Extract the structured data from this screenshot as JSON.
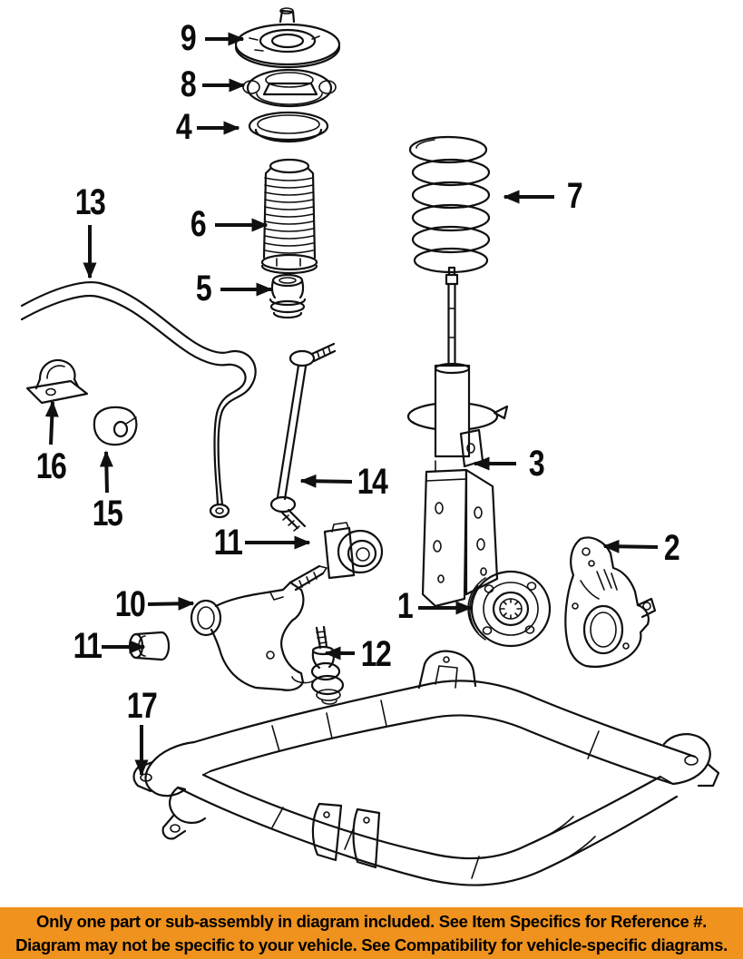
{
  "banner": {
    "background_color": "#EF921E",
    "text_color": "#000000",
    "line1": "Only one part or sub-assembly in diagram included. See Item Specifics for Reference #.",
    "line2": "Diagram may not be specific to your vehicle. See Compatibility for vehicle-specific diagrams."
  },
  "diagram": {
    "background_color": "#FFFFFF",
    "line_color": "#101010",
    "callouts": [
      {
        "ref": "9",
        "part": "strut-mount"
      },
      {
        "ref": "8",
        "part": "strut-mount-bearing"
      },
      {
        "ref": "4",
        "part": "spring-seat"
      },
      {
        "ref": "6",
        "part": "strut-dust-boot"
      },
      {
        "ref": "5",
        "part": "bump-stop"
      },
      {
        "ref": "7",
        "part": "coil-spring"
      },
      {
        "ref": "13",
        "part": "stabilizer-bar"
      },
      {
        "ref": "16",
        "part": "stabilizer-bar-bracket"
      },
      {
        "ref": "15",
        "part": "stabilizer-bar-bushing"
      },
      {
        "ref": "14",
        "part": "stabilizer-link"
      },
      {
        "ref": "3",
        "part": "strut"
      },
      {
        "ref": "11",
        "part": "control-arm-rear-bushing"
      },
      {
        "ref": "10",
        "part": "lower-control-arm"
      },
      {
        "ref": "11",
        "part": "control-arm-front-bushing"
      },
      {
        "ref": "12",
        "part": "ball-joint"
      },
      {
        "ref": "1",
        "part": "wheel-hub-bearing"
      },
      {
        "ref": "2",
        "part": "steering-knuckle"
      },
      {
        "ref": "17",
        "part": "engine-cradle-subframe"
      }
    ]
  }
}
